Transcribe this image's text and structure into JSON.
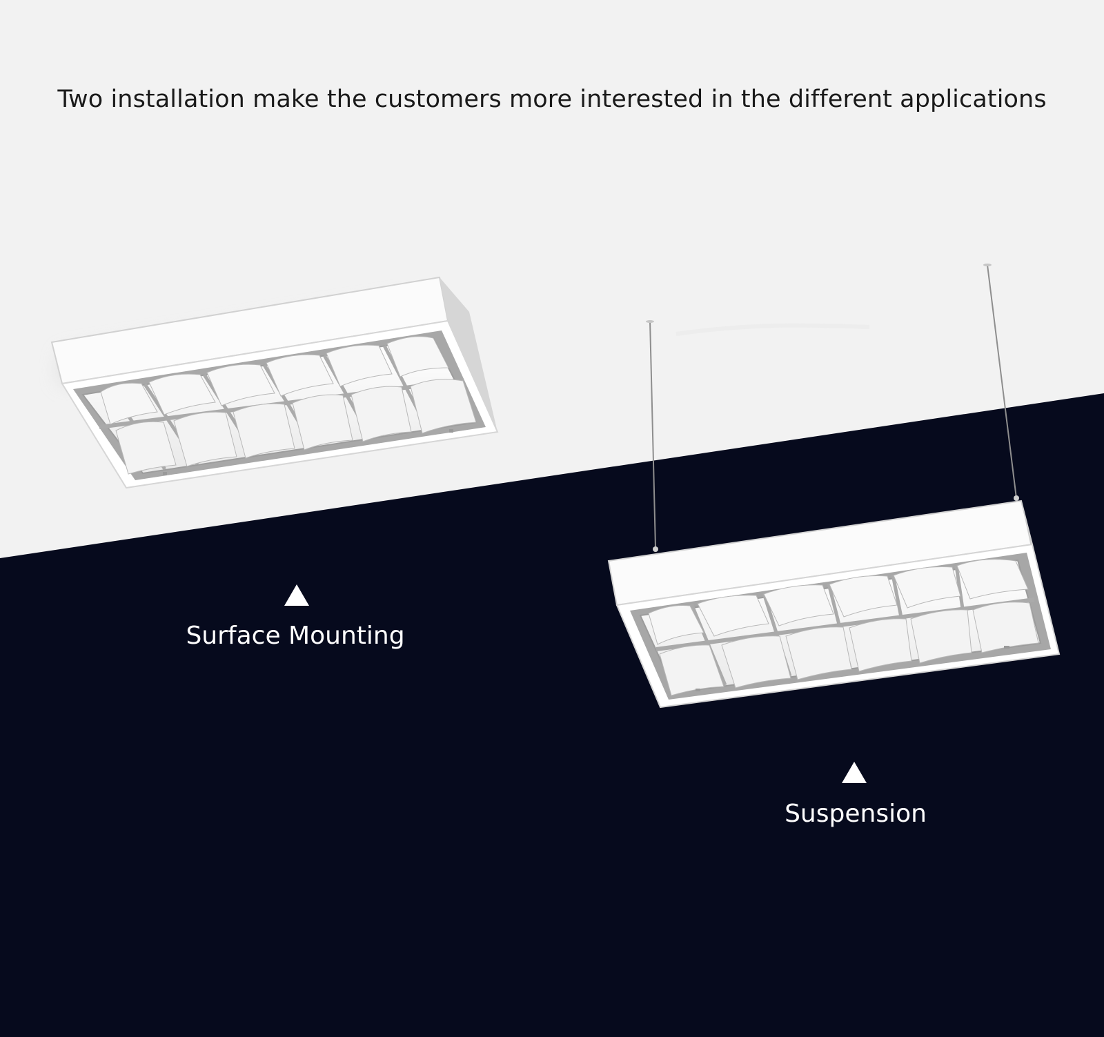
{
  "headline": "Two installation make the customers more interested in the different applications",
  "labels": {
    "surface": "Surface Mounting",
    "suspension": "Suspension"
  },
  "icons": {
    "surface_marker": "triangle-up-icon",
    "suspension_marker": "triangle-up-icon"
  },
  "colors": {
    "ceiling": "#f2f2f2",
    "dark_panel": "#060a1d",
    "fixture_white": "#f7f7f7",
    "fixture_shadow": "#d7d7d7",
    "caption_text": "#ffffff",
    "headline_text": "#1a1a1a"
  }
}
